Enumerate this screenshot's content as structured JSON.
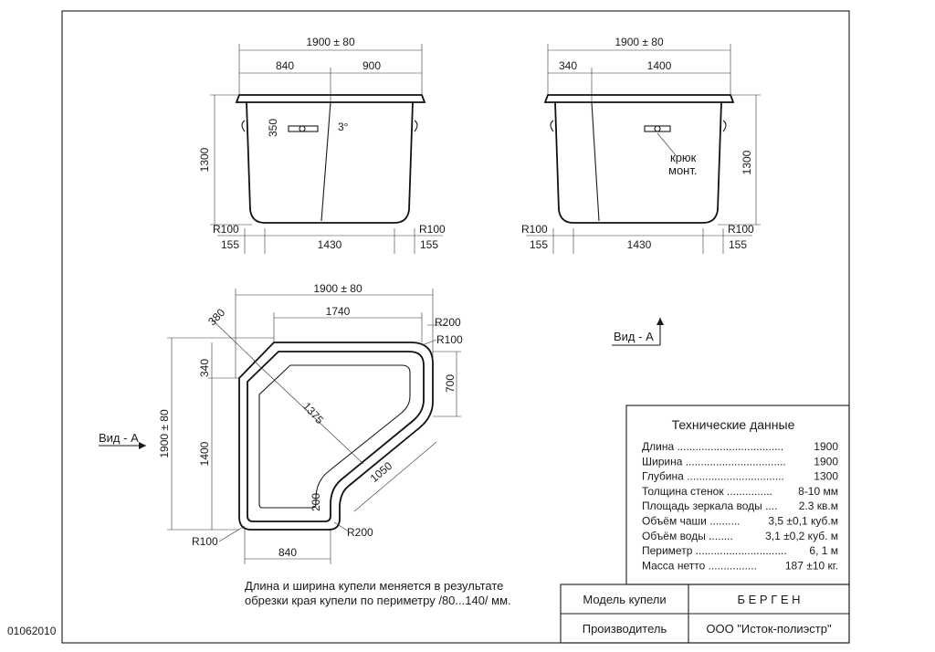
{
  "front_view": {
    "overall_width": "1900 ± 80",
    "left_seg": "840",
    "right_seg": "900",
    "height": "1300",
    "handle_height": "350",
    "taper_angle": "3°",
    "radius_left": "R100",
    "radius_right": "R100",
    "bottom_left": "155",
    "bottom_mid": "1430",
    "bottom_right": "155"
  },
  "side_view": {
    "overall_width": "1900 ± 80",
    "left_seg": "340",
    "right_seg": "1400",
    "height": "1300",
    "hook_label_1": "крюк",
    "hook_label_2": "монт.",
    "radius_left": "R100",
    "radius_right": "R100",
    "bottom_left": "155",
    "bottom_mid": "1430",
    "bottom_right": "155"
  },
  "plan_view": {
    "overall_width": "1900 ± 80",
    "inner_width": "1740",
    "corner_cut": "380",
    "radius_tr_outer": "R200",
    "radius_tr_inner": "R100",
    "top_left_seg": "340",
    "right_seg": "700",
    "diagonal": "1375",
    "left_height": "1900 ± 80",
    "left_inner": "1400",
    "diag_cut": "1050",
    "notch": "200",
    "radius_bottom": "R200",
    "radius_bl": "R100",
    "bottom_seg": "840",
    "view_label_left": "Вид - А",
    "view_label_right": "Вид - А"
  },
  "note": {
    "line1": "Длина и ширина купели меняется в результате",
    "line2": "обрезки края купели по периметру /80...140/ мм."
  },
  "drawing_number": "01062010",
  "specs": {
    "title": "Технические данные",
    "rows": [
      {
        "label": "Длина ...................................",
        "value": "1900"
      },
      {
        "label": "Ширина .................................",
        "value": "1900"
      },
      {
        "label": "Глубина ................................",
        "value": "1300"
      },
      {
        "label": "Толщина стенок ...............",
        "value": "8-10 мм"
      },
      {
        "label": "Площадь зеркала воды ....",
        "value": "2.3 кв.м"
      },
      {
        "label": "Объём чаши ..........",
        "value": "3,5 ±0,1 куб.м"
      },
      {
        "label": "Объём воды ........",
        "value": "3,1 ±0,2 куб. м"
      },
      {
        "label": "Периметр ..............................",
        "value": "6, 1 м"
      },
      {
        "label": "Масса нетто ................",
        "value": "187 ±10 кг."
      }
    ]
  },
  "title_block": {
    "model_label": "Модель купели",
    "model_value": "Б Е Р Г Е Н",
    "maker_label": "Производитель",
    "maker_value": "ООО \"Исток-полиэстр\""
  }
}
